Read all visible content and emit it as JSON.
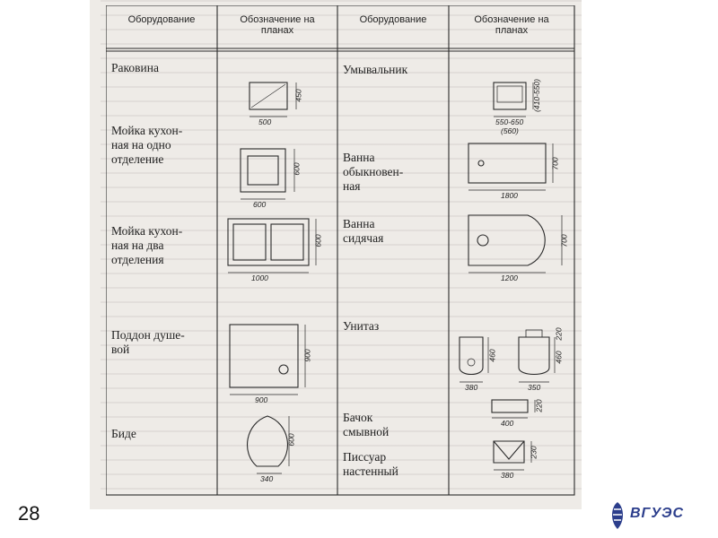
{
  "page_number": "28",
  "logo": {
    "text": "ВГУЭС",
    "color": "#2c3e8c"
  },
  "table": {
    "headers": {
      "equipment_left": "Оборудование",
      "designation_left": "Обозначение на планах",
      "equipment_right": "Оборудование",
      "designation_right": "Обозначение на планах"
    },
    "left": [
      {
        "name": "Раковина",
        "dims": [
          "500",
          "450"
        ]
      },
      {
        "name": "Мойка кухон-\nная на одно\nотделение",
        "dims": [
          "600",
          "600"
        ]
      },
      {
        "name": "Мойка кухон-\nная на два\nотделения",
        "dims": [
          "1000",
          "600"
        ]
      },
      {
        "name": "Поддон душе-\nвой",
        "dims": [
          "900",
          "900"
        ]
      },
      {
        "name": "Биде",
        "dims": [
          "340",
          "600"
        ]
      }
    ],
    "right": [
      {
        "name": "Умывальник",
        "dims": [
          "550-650",
          "(560)",
          "(410-550)"
        ]
      },
      {
        "name": "Ванна\nобыкновен-\nная",
        "dims": [
          "1800",
          "700"
        ]
      },
      {
        "name": "Ванна\nсидячая",
        "dims": [
          "1200",
          "700"
        ]
      },
      {
        "name": "Унитаз",
        "dims": [
          "380",
          "350",
          "460",
          "220",
          "460"
        ]
      },
      {
        "name": "Бачок\nсмывной",
        "dims": [
          "400",
          "220"
        ]
      },
      {
        "name": "Писсуар\nнастенный",
        "dims": [
          "380",
          "230"
        ]
      }
    ]
  }
}
